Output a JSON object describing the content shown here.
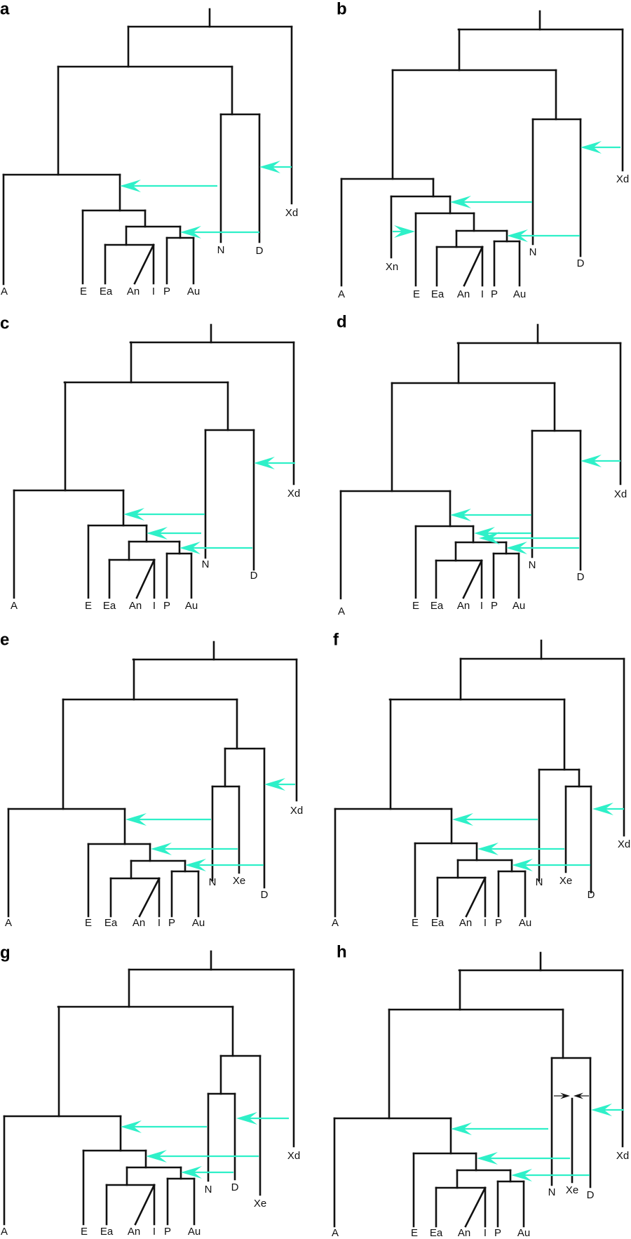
{
  "colors": {
    "branch": "#111111",
    "gene_flow_arrow": "#2ef0c8",
    "merge_arrow": "#111111"
  },
  "panels": [
    {
      "letter": "a",
      "labels": [
        "A",
        "E",
        "Ea",
        "An",
        "I",
        "P",
        "Au",
        "N",
        "D",
        "Xd"
      ]
    },
    {
      "letter": "b",
      "labels": [
        "A",
        "E",
        "Ea",
        "An",
        "I",
        "P",
        "Au",
        "Xn",
        "N",
        "D",
        "Xd"
      ]
    },
    {
      "letter": "c",
      "labels": [
        "A",
        "E",
        "Ea",
        "An",
        "I",
        "P",
        "Au",
        "N",
        "D",
        "Xd"
      ]
    },
    {
      "letter": "d",
      "labels": [
        "A",
        "E",
        "Ea",
        "An",
        "I",
        "P",
        "Au",
        "N",
        "D",
        "Xd"
      ]
    },
    {
      "letter": "e",
      "labels": [
        "A",
        "E",
        "Ea",
        "An",
        "I",
        "P",
        "Au",
        "N",
        "Xe",
        "D",
        "Xd"
      ]
    },
    {
      "letter": "f",
      "labels": [
        "A",
        "E",
        "Ea",
        "An",
        "I",
        "P",
        "Au",
        "N",
        "Xe",
        "D",
        "Xd"
      ]
    },
    {
      "letter": "g",
      "labels": [
        "A",
        "E",
        "Ea",
        "An",
        "I",
        "P",
        "Au",
        "N",
        "D",
        "Xe",
        "Xd"
      ]
    },
    {
      "letter": "h",
      "labels": [
        "A",
        "E",
        "Ea",
        "An",
        "I",
        "P",
        "Au",
        "N",
        "Xe",
        "D",
        "Xd"
      ]
    }
  ]
}
